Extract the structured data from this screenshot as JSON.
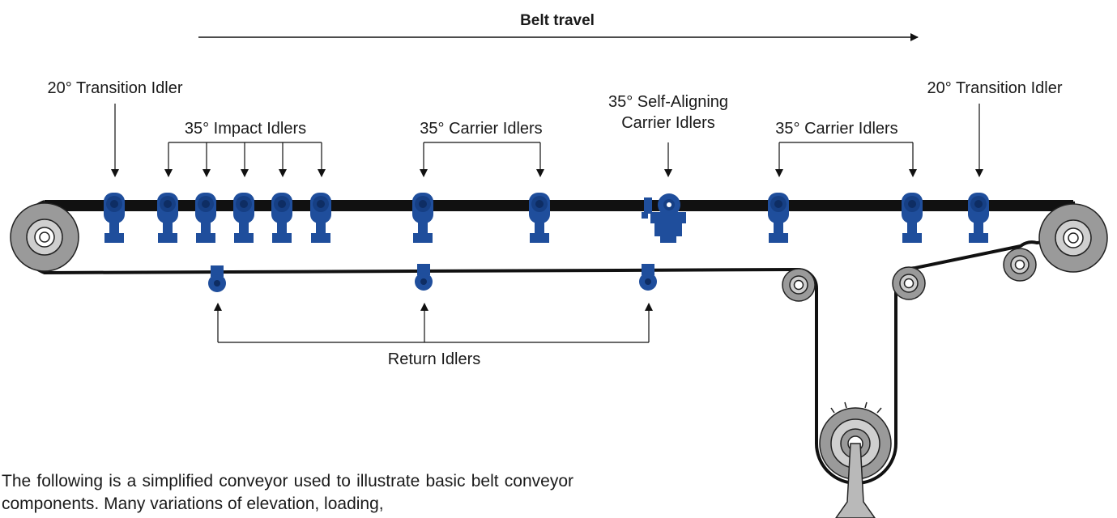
{
  "title": "Belt travel",
  "labels": {
    "transition_left": "20° Transition Idler",
    "impact": "35° Impact Idlers",
    "carrier_1": "35° Carrier Idlers",
    "self_aligning_line1": "35° Self-Aligning",
    "self_aligning_line2": "Carrier Idlers",
    "carrier_2": "35° Carrier Idlers",
    "transition_right": "20° Transition Idler",
    "return": "Return Idlers"
  },
  "description": "The following is a simplified conveyor used to illustrate basic belt conveyor components. Many variations of elevation, loading,",
  "colors": {
    "idler_blue": "#1f4e9c",
    "idler_dark": "#143a78",
    "pulley_gray": "#9a9a9a",
    "belt": "#111111"
  }
}
